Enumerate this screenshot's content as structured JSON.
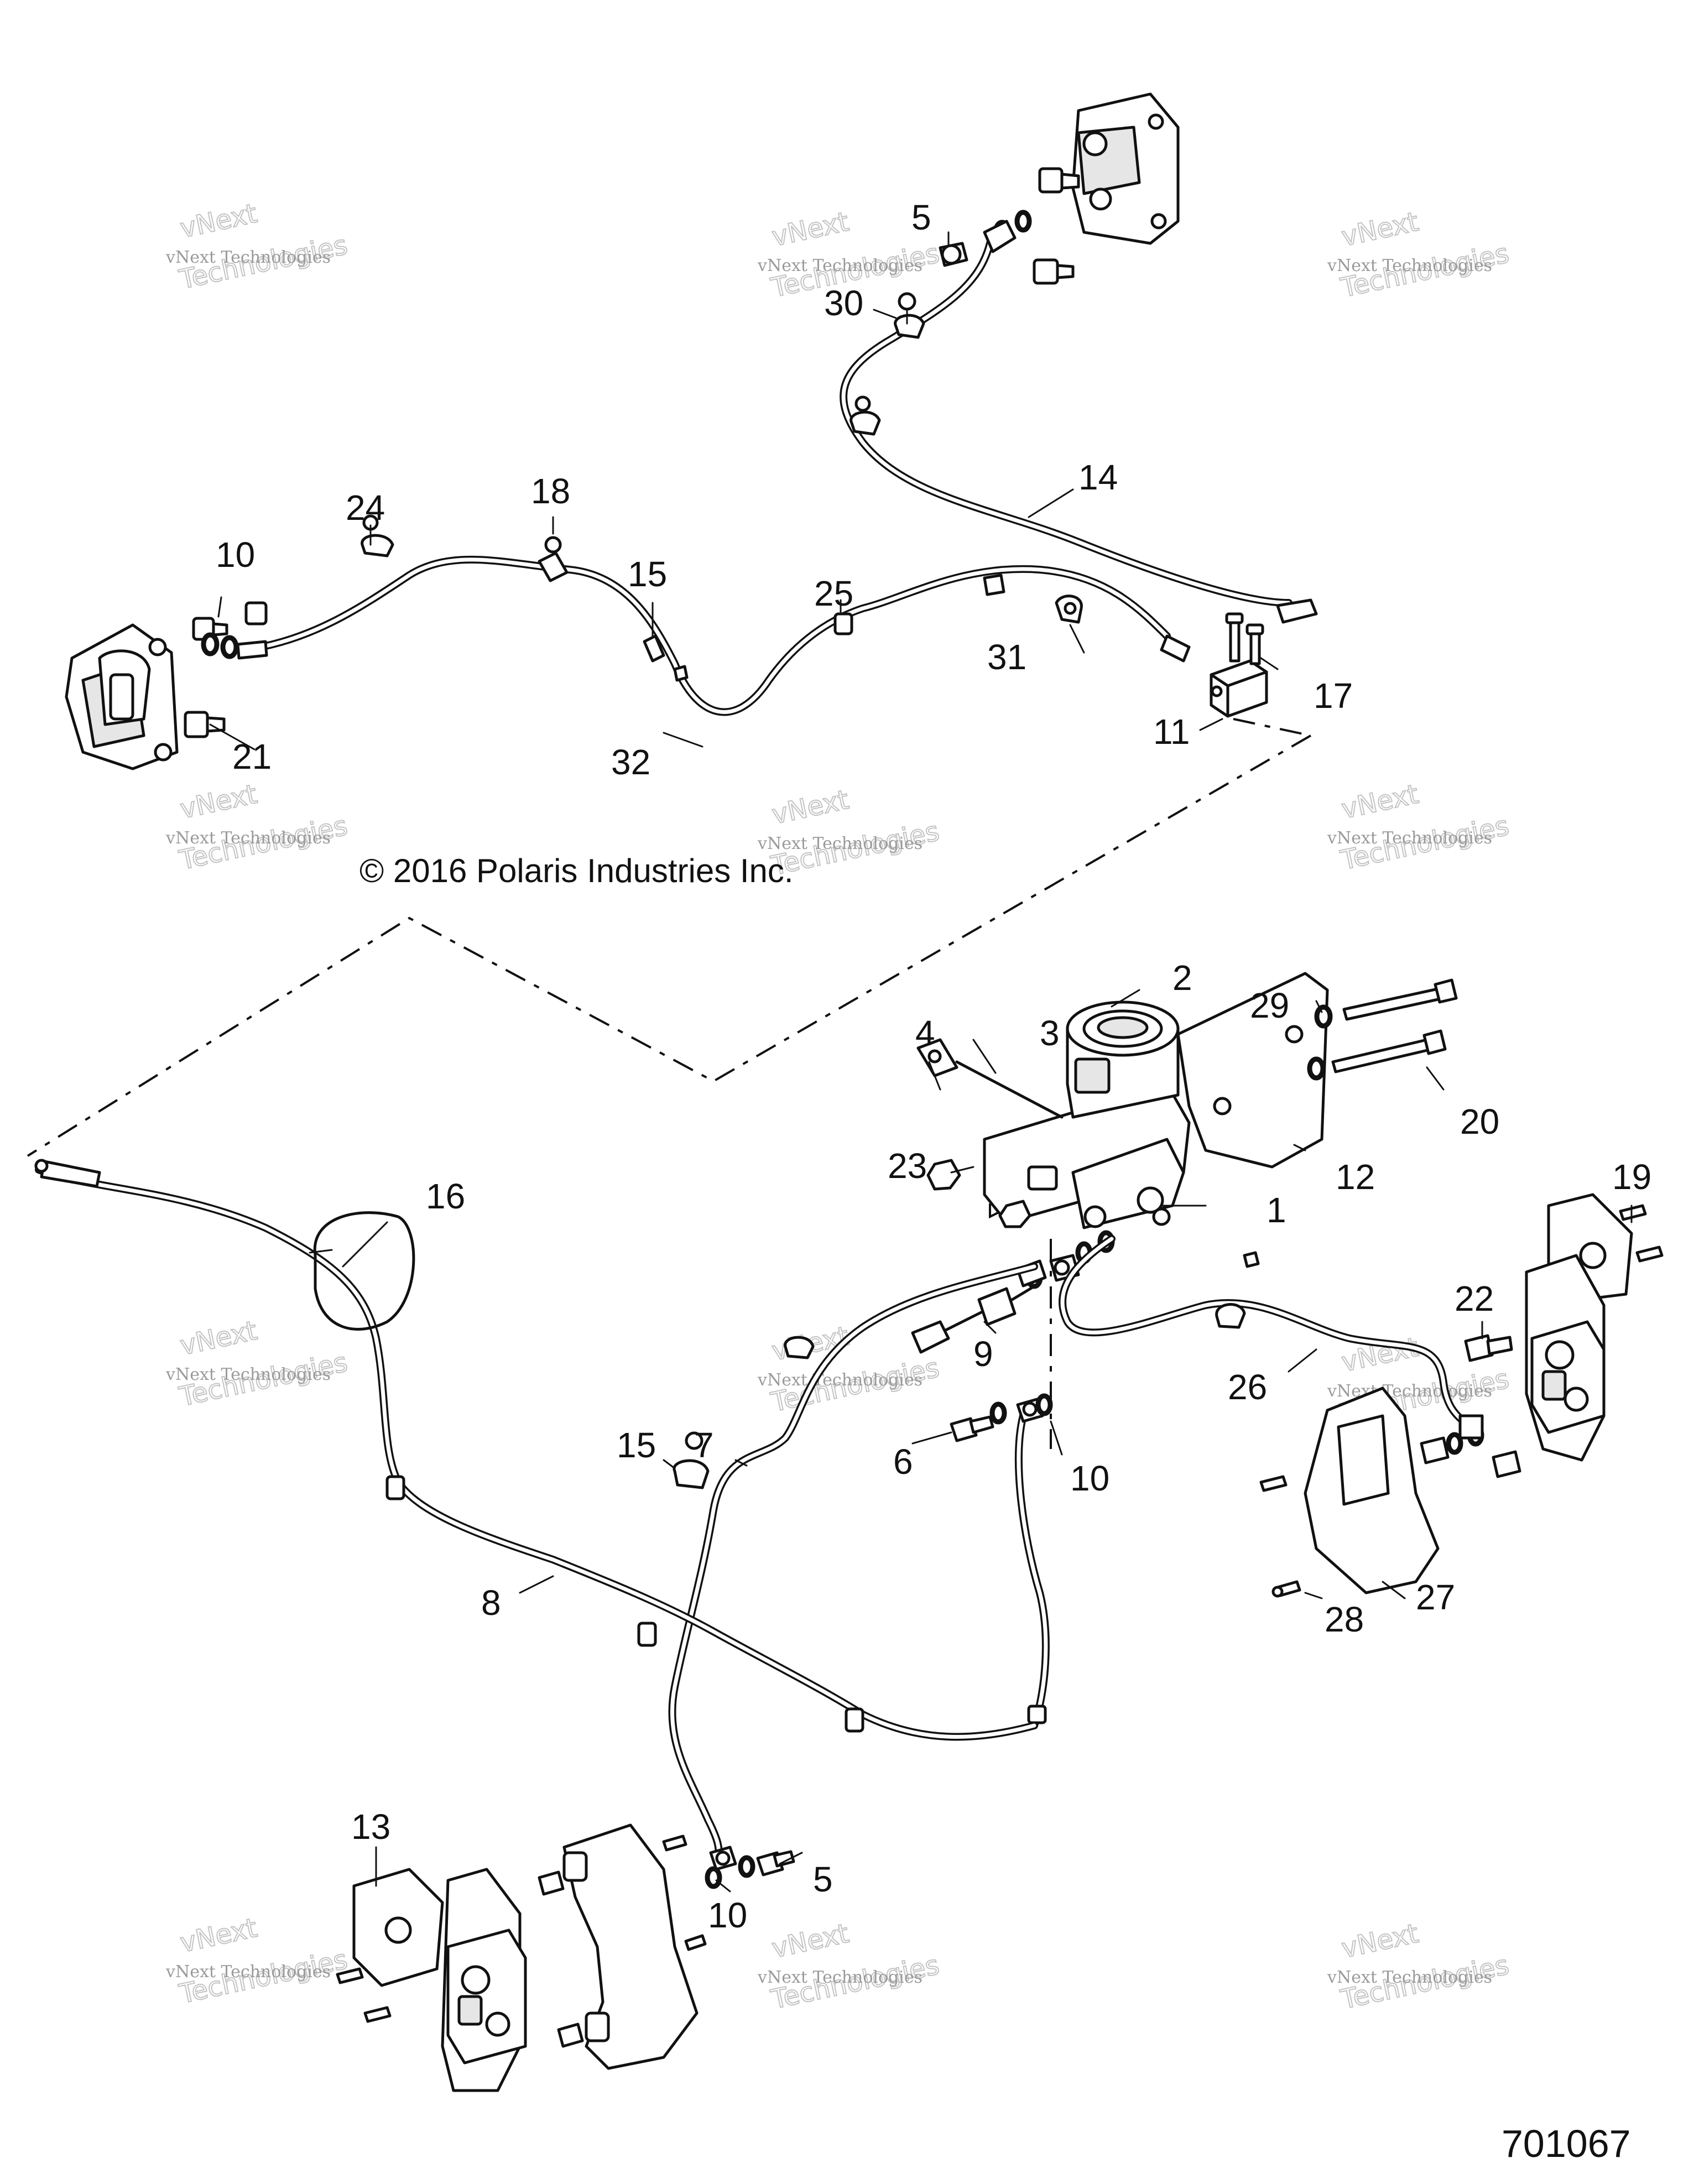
{
  "copyright": "© 2016 Polaris Industries Inc.",
  "diagram_id": "701067",
  "watermark": {
    "line1": "vNext Technologies",
    "line2": "vNext",
    "line3": "Technologies"
  },
  "labels": [
    "1",
    "2",
    "3",
    "4",
    "5",
    "6",
    "7",
    "8",
    "9",
    "10",
    "11",
    "12",
    "13",
    "14",
    "15",
    "16",
    "17",
    "18",
    "19",
    "20",
    "21",
    "22",
    "23",
    "24",
    "25",
    "26",
    "27",
    "28",
    "29",
    "30",
    "31",
    "32"
  ]
}
